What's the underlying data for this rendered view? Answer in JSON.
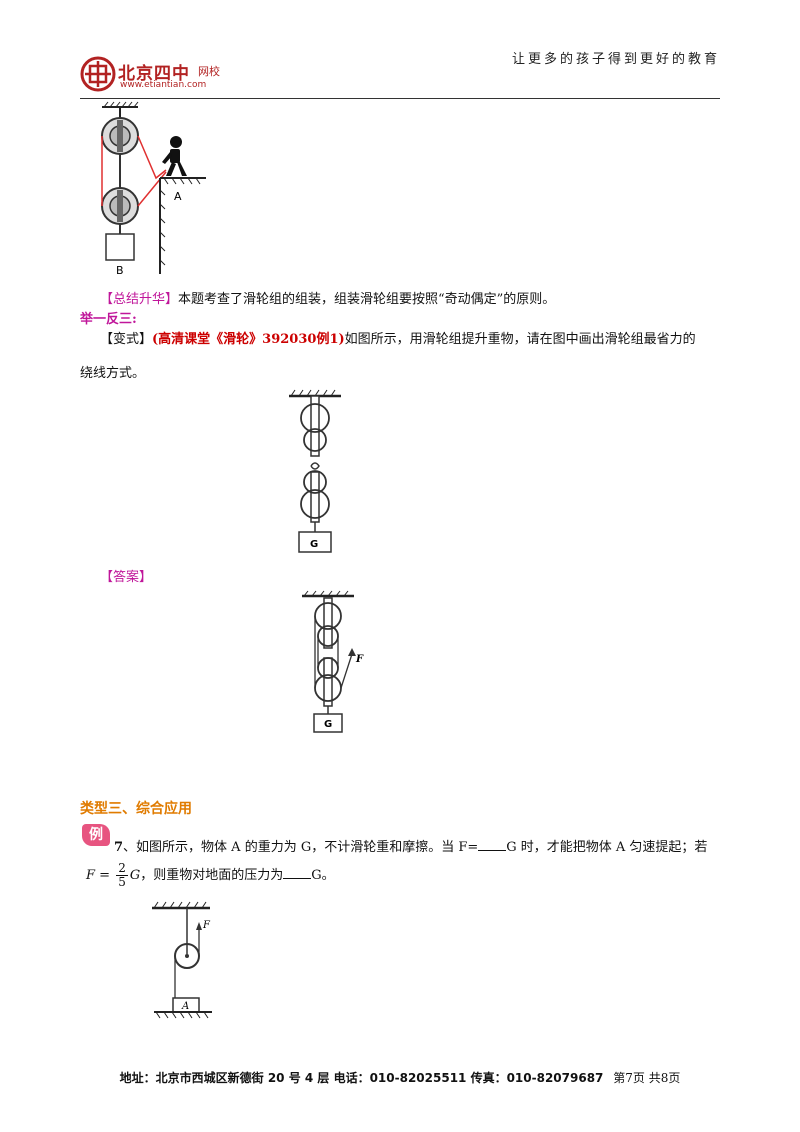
{
  "header": {
    "slogan": "让更多的孩子得到更好的教育",
    "logo_name": "北京四中",
    "logo_sub": "网校",
    "logo_url": "www.etiantian.com"
  },
  "figure1": {
    "label_a": "A",
    "label_b": "B"
  },
  "summary": {
    "tag": "【总结升华】",
    "text": "本题考查了滑轮组的组装，组装滑轮组要按照“奇动偶定”的原则。"
  },
  "practice": {
    "heading": "举一反三:",
    "tag": "【变式】",
    "ref": "(高清课堂《滑轮》392030例1)",
    "text_line1": "如图所示，用滑轮组提升重物，请在图中画出滑轮组最省力的",
    "text_line2": "绕线方式。"
  },
  "figure2": {
    "label_g": "G"
  },
  "answer": {
    "tag": "【答案】"
  },
  "figure3": {
    "label_g": "G",
    "label_f": "F"
  },
  "section": {
    "title": "类型三、综合应用"
  },
  "example": {
    "badge": "例",
    "number": "7",
    "text_a": "、如图所示，物体 A 的重力为 G，不计滑轮重和摩擦。当 F=",
    "text_b": "G 时，才能把物体 A 匀速提起；若",
    "formula_lhs": "F =",
    "frac_num": "2",
    "frac_den": "5",
    "formula_rhs": "G",
    "text_c": "，则重物对地面的压力为",
    "text_d": "G。"
  },
  "figure4": {
    "label_a": "A",
    "label_f": "F"
  },
  "footer": {
    "address": "地址：北京市西城区新德街 20 号 4 层  电话：010-82025511  传真：010-82079687",
    "page": "第7页  共8页"
  }
}
